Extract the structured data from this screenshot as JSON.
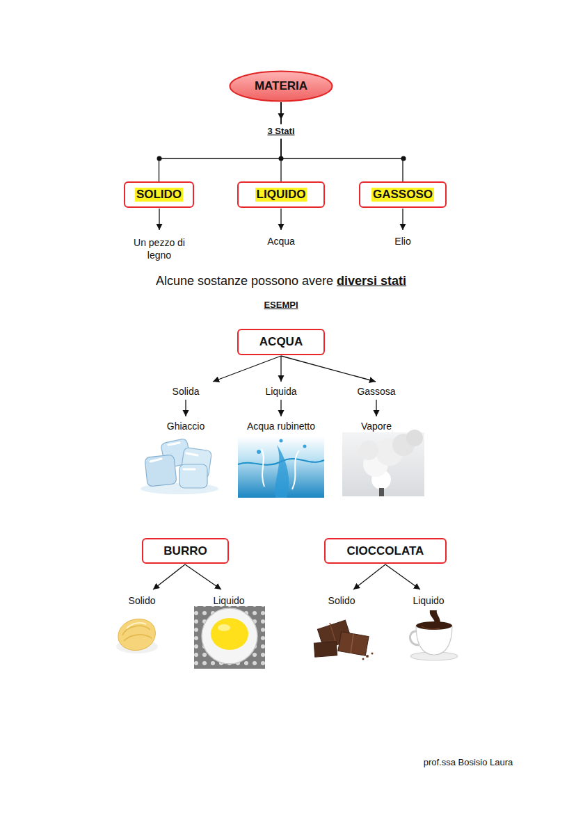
{
  "diagram": {
    "nodes": [
      {
        "text": [
          "MATERIA"
        ]
      },
      {
        "text": [
          "SOLIDO"
        ]
      },
      {
        "text": [
          "LIQUIDO"
        ]
      },
      {
        "text": [
          "GASSOSO"
        ]
      },
      {
        "text": [
          "ACQUA"
        ]
      },
      {
        "text": [
          "BURRO"
        ]
      },
      {
        "text": [
          "CIOCCOLATA"
        ]
      }
    ],
    "edges": [
      {
        "from": 0,
        "to": 1,
        "arrow": "none"
      },
      {
        "from": 0,
        "to": 2,
        "arrow": "none"
      },
      {
        "from": 0,
        "to": 3,
        "arrow": "none"
      }
    ],
    "labels": [
      "3 Stati",
      "Un pezzo di legno",
      "Acqua",
      "Elio",
      "Alcune sostanze possono avere",
      "diversi stati",
      "ESEMPI",
      "Solida",
      "Liquida",
      "Gassosa",
      "Ghiaccio",
      "Acqua rubinetto",
      "Vapore",
      "Solido",
      "Liquido",
      "Solido",
      "Liquido",
      "prof.ssa Bosisio Laura"
    ]
  }
}
